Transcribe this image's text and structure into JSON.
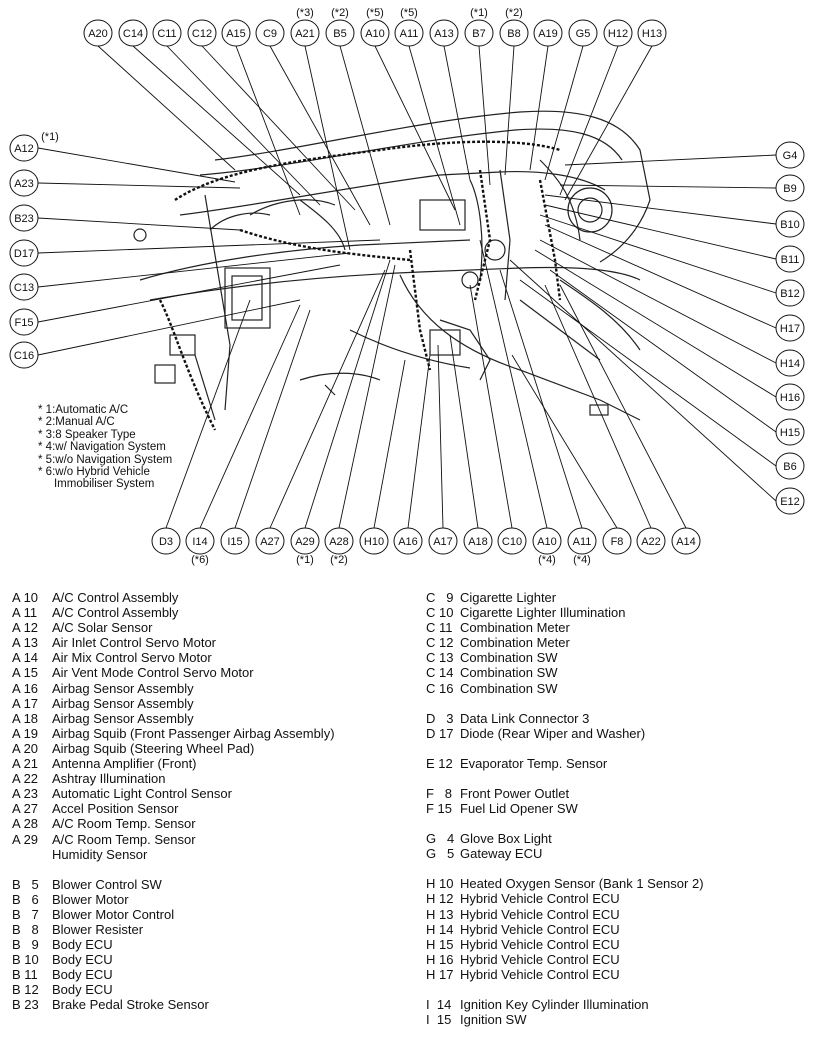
{
  "diagram": {
    "top_callouts": [
      {
        "code": "A20",
        "tag": ""
      },
      {
        "code": "C14",
        "tag": ""
      },
      {
        "code": "C11",
        "tag": ""
      },
      {
        "code": "C12",
        "tag": ""
      },
      {
        "code": "A15",
        "tag": ""
      },
      {
        "code": "C9",
        "tag": ""
      },
      {
        "code": "A21",
        "tag": "(*3)"
      },
      {
        "code": "B5",
        "tag": "(*2)"
      },
      {
        "code": "A10",
        "tag": "(*5)"
      },
      {
        "code": "A11",
        "tag": "(*5)"
      },
      {
        "code": "A13",
        "tag": ""
      },
      {
        "code": "B7",
        "tag": "(*1)"
      },
      {
        "code": "B8",
        "tag": "(*2)"
      },
      {
        "code": "A19",
        "tag": ""
      },
      {
        "code": "G5",
        "tag": ""
      },
      {
        "code": "H12",
        "tag": ""
      },
      {
        "code": "H13",
        "tag": ""
      }
    ],
    "left_callouts": [
      {
        "code": "A12",
        "tag": "(*1)"
      },
      {
        "code": "A23",
        "tag": ""
      },
      {
        "code": "B23",
        "tag": ""
      },
      {
        "code": "D17",
        "tag": ""
      },
      {
        "code": "C13",
        "tag": ""
      },
      {
        "code": "F15",
        "tag": ""
      },
      {
        "code": "C16",
        "tag": ""
      }
    ],
    "right_callouts": [
      {
        "code": "G4"
      },
      {
        "code": "B9"
      },
      {
        "code": "B10"
      },
      {
        "code": "B11"
      },
      {
        "code": "B12"
      },
      {
        "code": "H17"
      },
      {
        "code": "H14"
      },
      {
        "code": "H16"
      },
      {
        "code": "H15"
      },
      {
        "code": "B6"
      },
      {
        "code": "E12"
      }
    ],
    "bottom_callouts": [
      {
        "code": "D3",
        "tag": ""
      },
      {
        "code": "I14",
        "tag": "(*6)"
      },
      {
        "code": "I15",
        "tag": ""
      },
      {
        "code": "A27",
        "tag": ""
      },
      {
        "code": "A29",
        "tag": "(*1)"
      },
      {
        "code": "A28",
        "tag": "(*2)"
      },
      {
        "code": "H10",
        "tag": ""
      },
      {
        "code": "A16",
        "tag": ""
      },
      {
        "code": "A17",
        "tag": ""
      },
      {
        "code": "A18",
        "tag": ""
      },
      {
        "code": "C10",
        "tag": ""
      },
      {
        "code": "A10",
        "tag": "(*4)"
      },
      {
        "code": "A11",
        "tag": "(*4)"
      },
      {
        "code": "F8",
        "tag": ""
      },
      {
        "code": "A22",
        "tag": ""
      },
      {
        "code": "A14",
        "tag": ""
      }
    ]
  },
  "notes": [
    "* 1:Automatic A/C",
    "* 2:Manual A/C",
    "* 3:8 Speaker Type",
    "* 4:w/ Navigation System",
    "* 5:w/o Navigation System",
    "* 6:w/o Hybrid Vehicle",
    "     Immobiliser System"
  ],
  "legend_left": [
    {
      "code": "A 10",
      "name": "A/C Control Assembly"
    },
    {
      "code": "A 11",
      "name": "A/C Control Assembly"
    },
    {
      "code": "A 12",
      "name": "A/C Solar Sensor"
    },
    {
      "code": "A 13",
      "name": "Air Inlet Control Servo Motor"
    },
    {
      "code": "A 14",
      "name": "Air Mix Control Servo Motor"
    },
    {
      "code": "A 15",
      "name": "Air Vent Mode Control Servo Motor"
    },
    {
      "code": "A 16",
      "name": "Airbag Sensor Assembly"
    },
    {
      "code": "A 17",
      "name": "Airbag Sensor Assembly"
    },
    {
      "code": "A 18",
      "name": "Airbag Sensor Assembly"
    },
    {
      "code": "A 19",
      "name": "Airbag Squib (Front Passenger Airbag Assembly)"
    },
    {
      "code": "A 20",
      "name": "Airbag Squib (Steering Wheel Pad)"
    },
    {
      "code": "A 21",
      "name": "Antenna Amplifier (Front)"
    },
    {
      "code": "A 22",
      "name": "Ashtray Illumination"
    },
    {
      "code": "A 23",
      "name": "Automatic Light Control Sensor"
    },
    {
      "code": "A 27",
      "name": "Accel Position Sensor"
    },
    {
      "code": "A 28",
      "name": "A/C Room Temp. Sensor"
    },
    {
      "code": "A 29",
      "name": "A/C Room Temp. Sensor"
    },
    {
      "code": "",
      "name": "Humidity Sensor"
    },
    {
      "gap": true
    },
    {
      "code": "B   5",
      "name": "Blower Control SW"
    },
    {
      "code": "B   6",
      "name": "Blower Motor"
    },
    {
      "code": "B   7",
      "name": "Blower Motor Control"
    },
    {
      "code": "B   8",
      "name": "Blower Resister"
    },
    {
      "code": "B   9",
      "name": "Body ECU"
    },
    {
      "code": "B 10",
      "name": "Body ECU"
    },
    {
      "code": "B 11",
      "name": "Body ECU"
    },
    {
      "code": "B 12",
      "name": "Body ECU"
    },
    {
      "code": "B 23",
      "name": "Brake Pedal Stroke Sensor"
    }
  ],
  "legend_right": [
    {
      "code": "C   9",
      "name": "Cigarette Lighter"
    },
    {
      "code": "C 10",
      "name": "Cigarette Lighter Illumination"
    },
    {
      "code": "C 11",
      "name": "Combination Meter"
    },
    {
      "code": "C 12",
      "name": "Combination Meter"
    },
    {
      "code": "C 13",
      "name": "Combination SW"
    },
    {
      "code": "C 14",
      "name": "Combination SW"
    },
    {
      "code": "C 16",
      "name": "Combination SW"
    },
    {
      "gap": true
    },
    {
      "code": "D   3",
      "name": "Data Link Connector 3"
    },
    {
      "code": "D 17",
      "name": "Diode (Rear Wiper and Washer)"
    },
    {
      "gap": true
    },
    {
      "code": "E 12",
      "name": "Evaporator Temp. Sensor"
    },
    {
      "gap": true
    },
    {
      "code": "F   8",
      "name": "Front Power Outlet"
    },
    {
      "code": "F 15",
      "name": "Fuel Lid Opener SW"
    },
    {
      "gap": true
    },
    {
      "code": "G   4",
      "name": "Glove Box Light"
    },
    {
      "code": "G   5",
      "name": "Gateway ECU"
    },
    {
      "gap": true
    },
    {
      "code": "H 10",
      "name": "Heated Oxygen Sensor (Bank 1 Sensor 2)"
    },
    {
      "code": "H 12",
      "name": "Hybrid Vehicle Control ECU"
    },
    {
      "code": "H 13",
      "name": "Hybrid Vehicle Control ECU"
    },
    {
      "code": "H 14",
      "name": "Hybrid Vehicle Control ECU"
    },
    {
      "code": "H 15",
      "name": "Hybrid Vehicle Control ECU"
    },
    {
      "code": "H 16",
      "name": "Hybrid Vehicle Control ECU"
    },
    {
      "code": "H 17",
      "name": "Hybrid Vehicle Control ECU"
    },
    {
      "gap": true
    },
    {
      "code": "I  14",
      "name": "Ignition Key Cylinder Illumination"
    },
    {
      "code": "I  15",
      "name": "Ignition SW"
    }
  ]
}
